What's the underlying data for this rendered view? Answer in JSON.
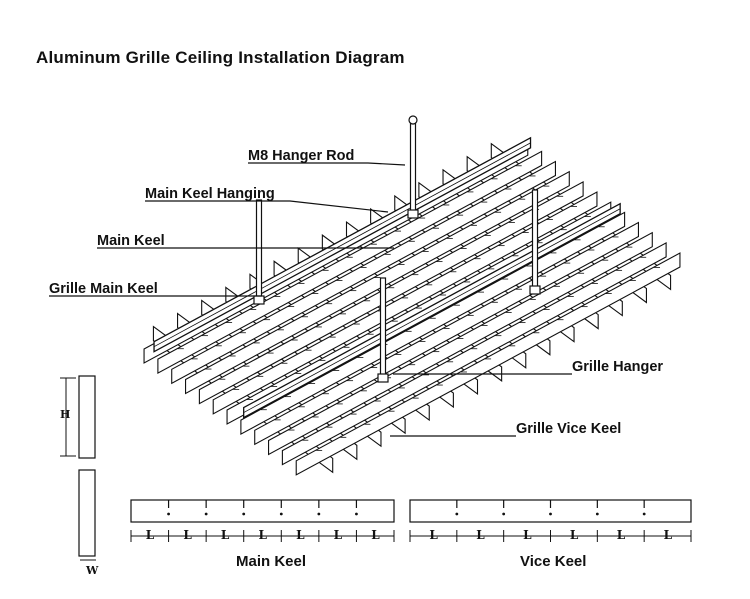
{
  "title": "Aluminum Grille Ceiling Installation Diagram",
  "callouts": {
    "m8_hanger_rod": "M8 Hanger Rod",
    "main_keel_hanging": "Main Keel Hanging",
    "main_keel": "Main Keel",
    "grille_main_keel": "Grille Main Keel",
    "grille_hanger": "Grille Hanger",
    "grille_vice_keel": "Grille Vice Keel"
  },
  "profile_dimensions": {
    "height_mark": "H",
    "width_mark": "W"
  },
  "strips": {
    "main_keel": {
      "caption": "Main Keel",
      "segment_label": "L",
      "segment_count": 7
    },
    "vice_keel": {
      "caption": "Vice Keel",
      "segment_label": "L",
      "segment_count": 6
    }
  },
  "colors": {
    "ink": "#111111",
    "background": "#ffffff"
  }
}
